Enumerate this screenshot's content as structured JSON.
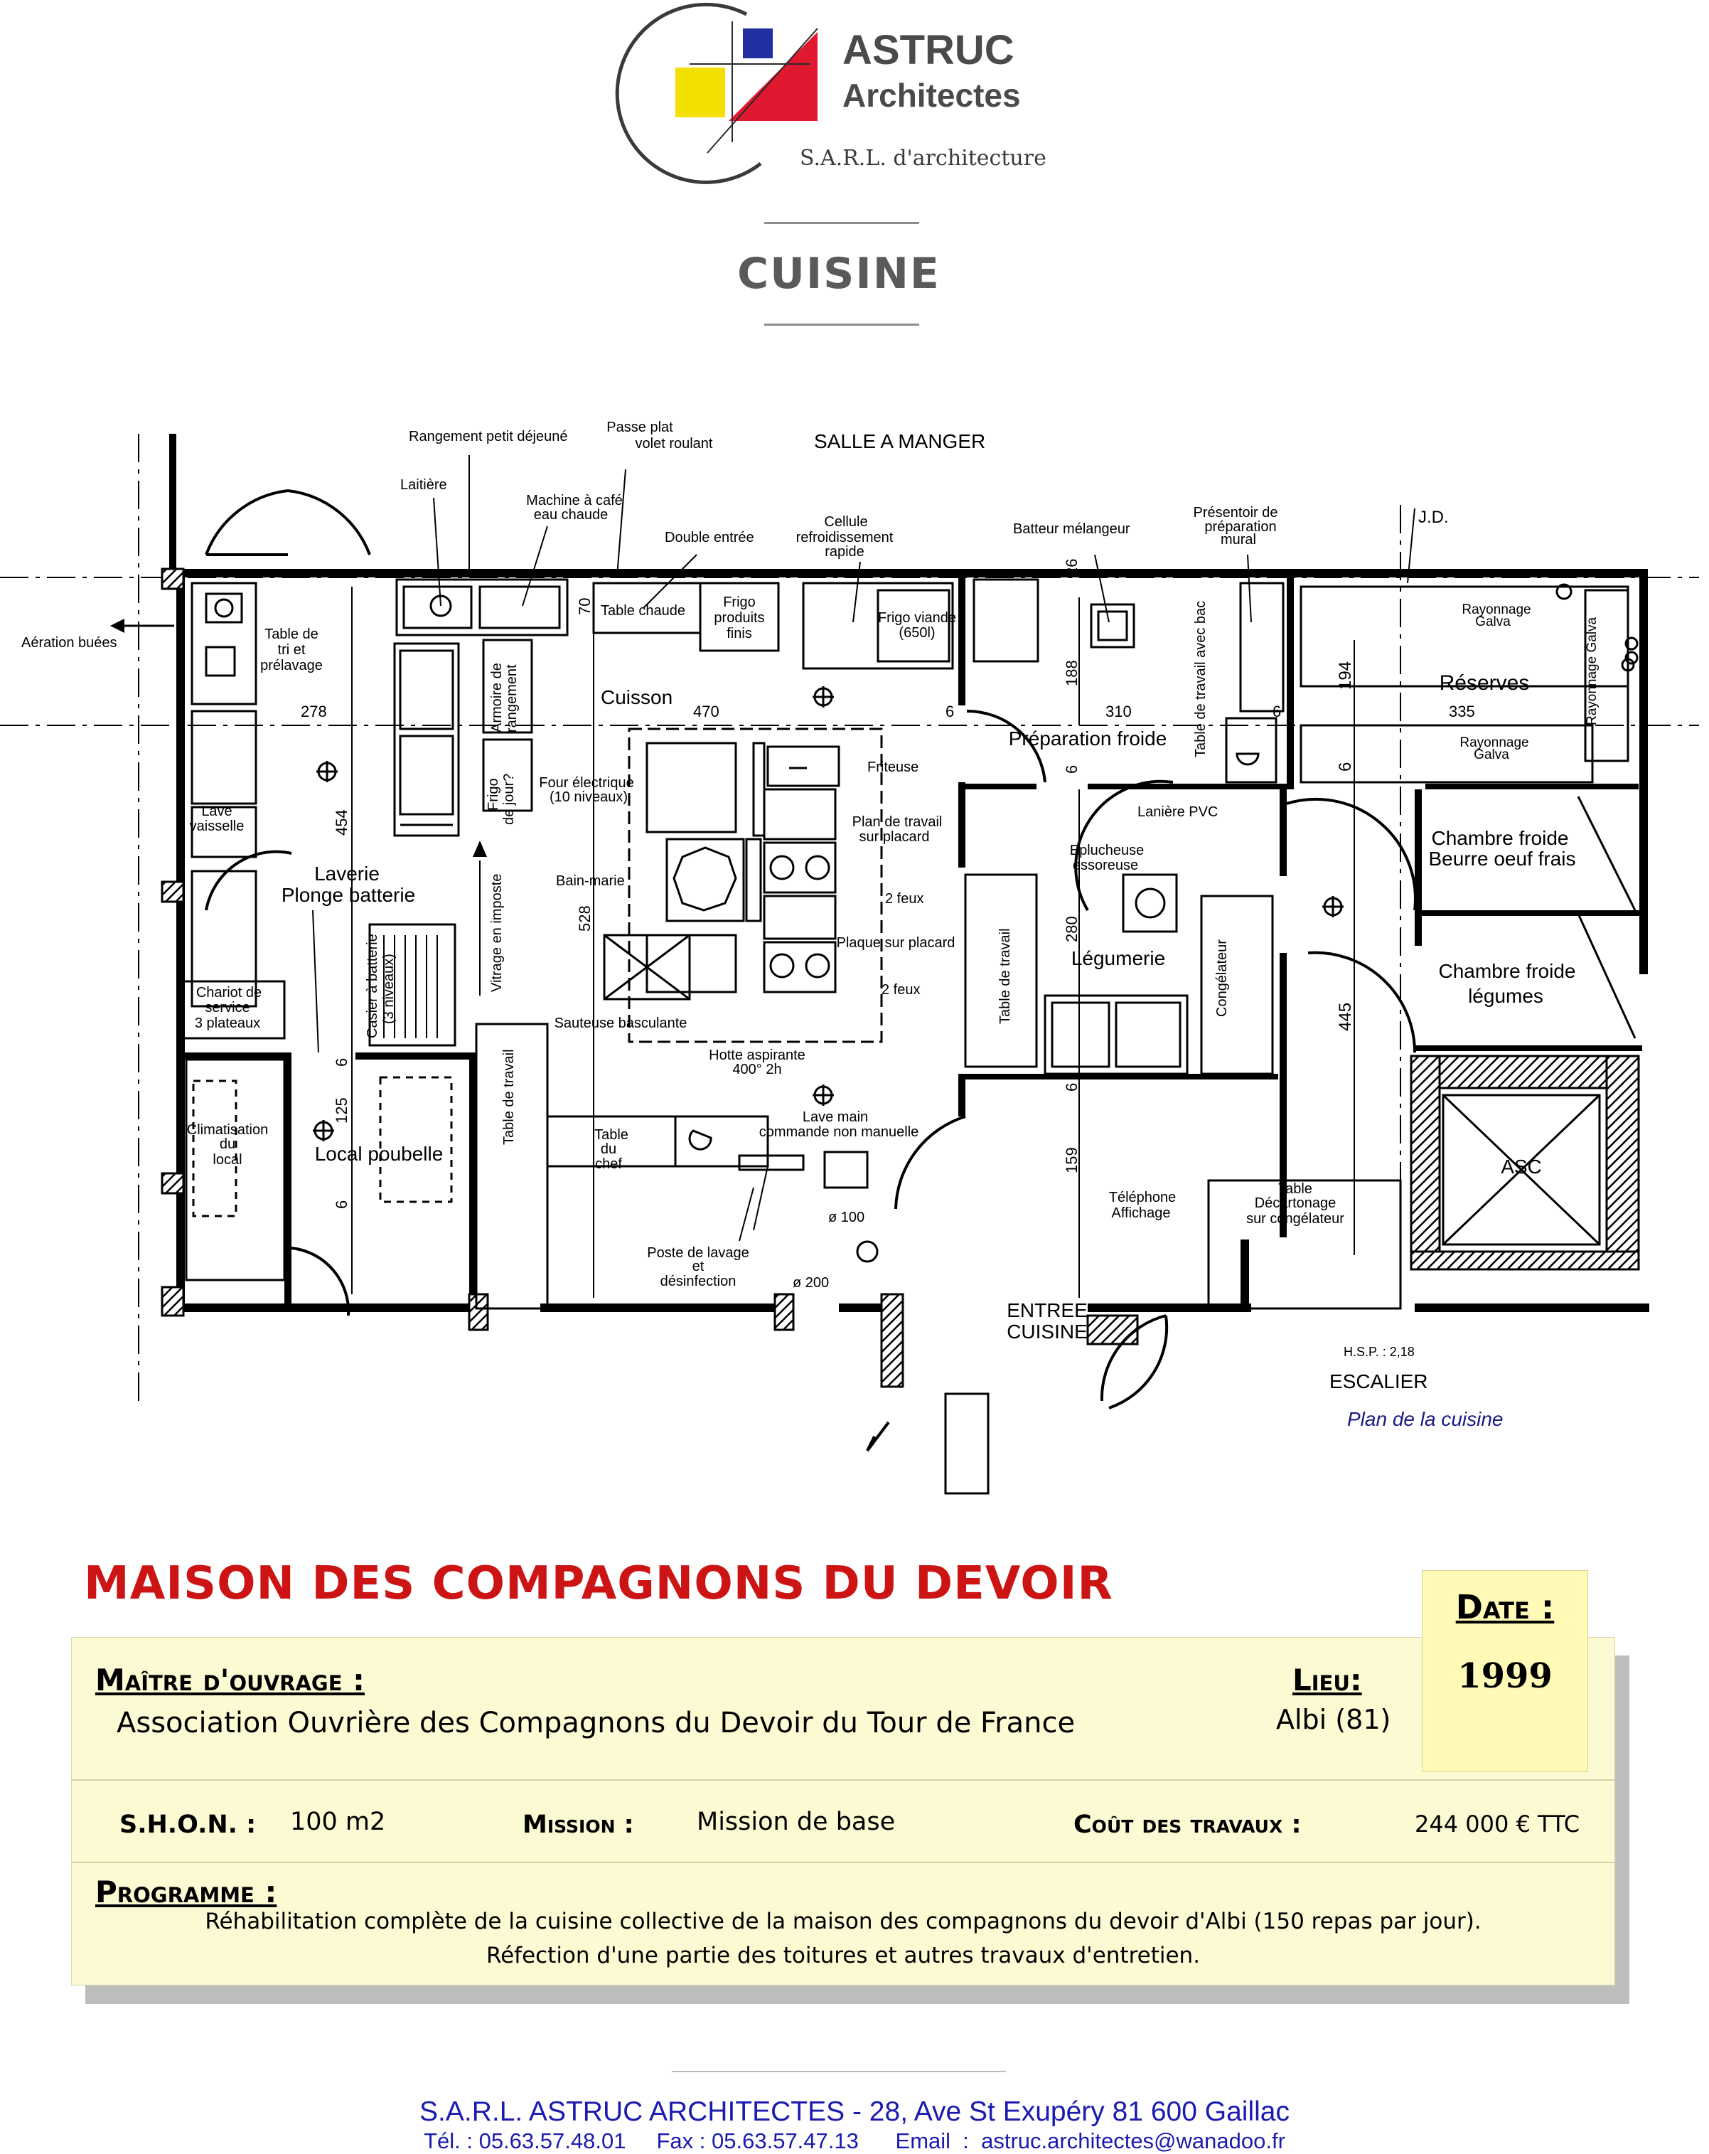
{
  "logo": {
    "line1": "ASTRUC",
    "line2": "Architectes",
    "tagline": "S.A.R.L. d'architecture"
  },
  "page_title": "CUISINE",
  "plan": {
    "top_labels": {
      "salle_a_manger": "SALLE A MANGER",
      "rangement_petit_dejeune": "Rangement petit déjeuné",
      "passe_plat_1": "Passe plat",
      "passe_plat_2": "volet roulant",
      "laitiere": "Laitière",
      "machine_cafe_1": "Machine à café",
      "machine_cafe_2": "eau chaude",
      "double_entree": "Double entrée",
      "cellule_1": "Cellule",
      "cellule_2": "refroidissement",
      "cellule_3": "rapide",
      "batteur": "Batteur mélangeur",
      "presentoir_1": "Présentoir de",
      "presentoir_2": "préparation",
      "presentoir_3": "mural",
      "jd": "J.D."
    },
    "rooms": {
      "aeration": "Aération buées",
      "table_tri_1": "Table de",
      "table_tri_2": "tri et",
      "table_tri_3": "prélavage",
      "lave_vaisselle_1": "Lave",
      "lave_vaisselle_2": "vaisselle",
      "laverie_1": "Laverie",
      "laverie_2": "Plonge batterie",
      "chariot_1": "Chariot de",
      "chariot_2": "service",
      "chariot_3": "3 plateaux",
      "casier_1": "Casier à batterie",
      "casier_2": "(3 niveaux)",
      "climatisation_1": "Climatisation",
      "climatisation_2": "du",
      "climatisation_3": "local",
      "local_poubelle": "Local poubelle",
      "armoire_1": "Armoire de",
      "armoire_2": "rangement",
      "frigo_jour_1": "Frigo",
      "frigo_jour_2": "de jour?",
      "vitrage": "Vitrage en imposte",
      "table_travail_left": "Table de travail",
      "table_chaude": "Table chaude",
      "frigo_produits_1": "Frigo",
      "frigo_produits_2": "produits",
      "frigo_produits_3": "finis",
      "frigo_viande_1": "Frigo viande",
      "frigo_viande_2": "(650l)",
      "cuisson": "Cuisson",
      "four_1": "Four électrique",
      "four_2": "(10 niveaux)",
      "bain_marie": "Bain-marie",
      "friteuse": "Friteuse",
      "plan_travail_1": "Plan de travail",
      "plan_travail_2": "sur placard",
      "feux_1": "2 feux",
      "plaque": "Plaque sur placard",
      "feux_2": "2 feux",
      "sauteuse": "Sauteuse basculante",
      "hotte_1": "Hotte aspirante",
      "hotte_2": "400° 2h",
      "table_chef_1": "Table",
      "table_chef_2": "du",
      "table_chef_3": "chef",
      "lave_main_1": "Lave main",
      "lave_main_2": "commande non manuelle",
      "poste_lavage_1": "Poste de lavage",
      "poste_lavage_2": "et",
      "poste_lavage_3": "désinfection",
      "diam_100": "ø 100",
      "diam_200": "ø 200",
      "preparation_froide": "Préparation froide",
      "laniere": "Lanière PVC",
      "eplucheuse_1": "Eplucheuse",
      "eplucheuse_2": "essoreuse",
      "legumerie": "Légumerie",
      "table_travail_mid": "Table de travail",
      "congelateur": "Congélateur",
      "table_travail_bac": "Table de travail avec bac",
      "telephone_1": "Téléphone",
      "telephone_2": "Affichage",
      "table_decart_1": "Table",
      "table_decart_2": "Décartonage",
      "table_decart_3": "sur congélateur",
      "entree_1": "ENTREE",
      "entree_2": "CUISINE",
      "rayonnage_1": "Rayonnage",
      "rayonnage_1b": "Galva",
      "reserves": "Réserves",
      "rayonnage_2": "Rayonnage",
      "rayonnage_2b": "Galva",
      "rayonnage_3": "Rayonnage Galva",
      "chambre_beurre_1": "Chambre froide",
      "chambre_beurre_2": "Beurre oeuf frais",
      "chambre_legumes_1": "Chambre froide",
      "chambre_legumes_2": "légumes",
      "asc": "ASC",
      "hsp": "H.S.P. : 2,18",
      "escalier": "ESCALIER"
    },
    "dims": {
      "d278": "278",
      "d454": "454",
      "d125": "125",
      "d6a": "6",
      "d6b": "6",
      "d70": "70",
      "d470": "470",
      "d528": "528",
      "d6c": "6",
      "d310": "310",
      "d188": "188",
      "d26": "26",
      "d6d": "6",
      "d280": "280",
      "d6e": "6",
      "d159": "159",
      "d6f": "6",
      "d335": "335",
      "d194": "194",
      "d6g": "6",
      "d445": "445"
    },
    "caption": "Plan de la cuisine"
  },
  "project": {
    "title": "MAISON DES COMPAGNONS DU DEVOIR",
    "maitre_label": "Maître d'ouvrage :",
    "maitre_value": "Association Ouvrière des Compagnons du Devoir du Tour de France",
    "lieu_label": "Lieu:",
    "lieu_value": "Albi (81)",
    "shon_label": "S.H.O.N. :",
    "shon_value": "100 m2",
    "mission_label": "Mission :",
    "mission_value": "Mission de base",
    "cout_label": "Coût des travaux :",
    "cout_value": "244 000 € TTC",
    "programme_label": "Programme :",
    "programme_line1": "Réhabilitation complète de la cuisine collective de la maison des compagnons du devoir d'Albi   (150 repas par jour).",
    "programme_line2": "Réfection d'une partie des toitures et autres travaux d'entretien.",
    "date_label": "Date :",
    "date_value": "1999"
  },
  "footer": {
    "line1": "S.A.R.L. ASTRUC ARCHITECTES - 28, Ave St Exupéry  81 600 Gaillac",
    "line2": "Tél. : 05.63.57.48.01     Fax : 05.63.57.47.13      Email  :  astruc.architectes@wanadoo.fr"
  },
  "colors": {
    "logo_yellow": "#f3e000",
    "logo_blue": "#2030a0",
    "logo_red": "#e01830",
    "project_title": "#cc1414",
    "panel": "#fcfad2",
    "date_box": "#fffab5",
    "footer_text": "#1b1bb0"
  }
}
